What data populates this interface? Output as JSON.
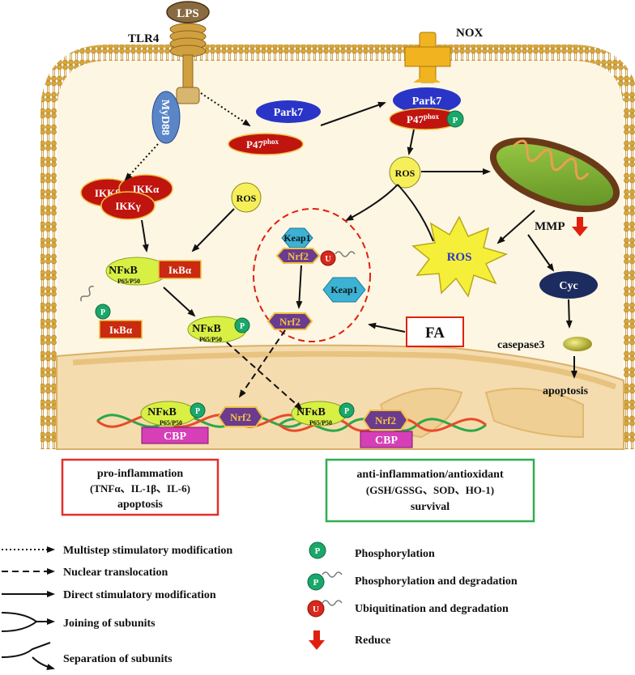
{
  "labels": {
    "lps": "LPS",
    "tlr4": "TLR4",
    "myd88": "MyD88",
    "nox": "NOX",
    "park7": "Park7",
    "p47": "P47",
    "phox": "phox",
    "ikka": "IKKα",
    "ikkb": "IKKβ",
    "ikkg": "IKKγ",
    "ros": "ROS",
    "nfkb": "NFκB",
    "p65p50": "P65/P50",
    "ikba": "IκBα",
    "keap1": "Keap1",
    "nrf2": "Nrf2",
    "u": "U",
    "p": "P",
    "mmp": "MMP",
    "cyc": "Cyc",
    "casepase3": "casepase3",
    "apoptosis": "apoptosis",
    "fa": "FA",
    "cbp": "CBP"
  },
  "boxes": {
    "pro_line1": "pro-inflammation",
    "pro_line2": "(TNFα、IL-1β、IL-6)",
    "pro_line3": "apoptosis",
    "anti_line1": "anti-inflammation/antioxidant",
    "anti_line2": "(GSH/GSSG、SOD、HO-1)",
    "anti_line3": "survival"
  },
  "legend": {
    "multistep": "Multistep stimulatory modification",
    "nuclear": "Nuclear translocation",
    "direct": "Direct stimulatory modification",
    "joining": "Joining of subunits",
    "separation": "Separation of subunits",
    "phosphorylation": "Phosphorylation",
    "phos_degradation": "Phosphorylation and degradation",
    "ubiq_degradation": "Ubiquitination and degradation",
    "reduce": "Reduce"
  },
  "colors": {
    "membrane": "#d9a637",
    "cytoplasm": "#fdf6e3",
    "nucleus": "#f5dcae",
    "ikk_red": "#c0140f",
    "park7_blue": "#2a35c8",
    "ros_yellow": "#f6ef5a",
    "nfkb_green": "#d8f044",
    "ikba_red": "#c92a10",
    "keap1_cyan": "#3cb2d4",
    "nrf2_purple": "#6a3b8e",
    "p_green": "#1aa86a",
    "u_red": "#d8281c",
    "cyc_navy": "#1c2c5e",
    "cbp_magenta": "#d63fb8",
    "box_red": "#e0302a",
    "box_green": "#2fae4e"
  }
}
